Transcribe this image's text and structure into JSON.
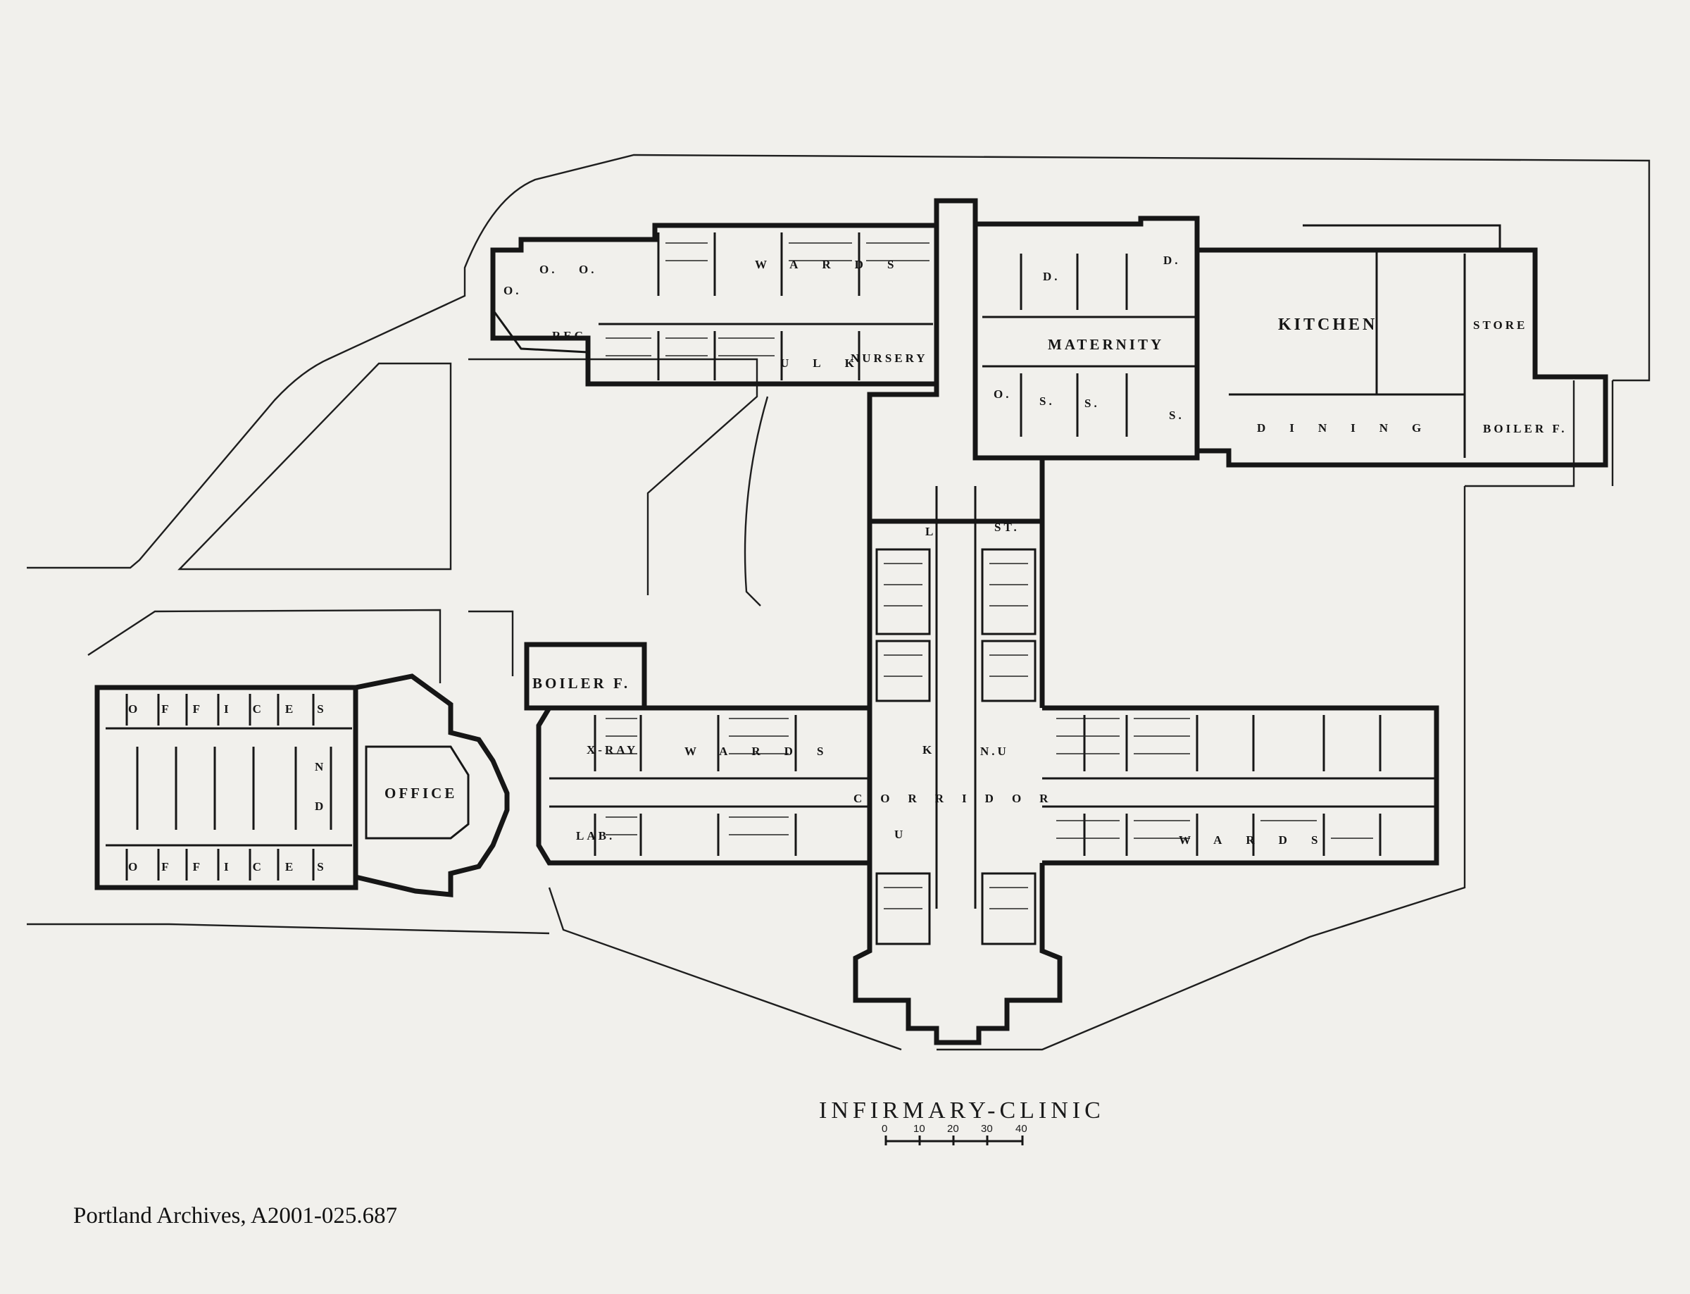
{
  "drawing": {
    "title": "INFIRMARY-CLINIC",
    "scale_ticks": [
      "0",
      "10",
      "20",
      "30",
      "40"
    ]
  },
  "rooms": {
    "offices_top": "OFFICES",
    "offices_bottom": "OFFICES",
    "office": "OFFICE",
    "boiler_west": "BOILER F.",
    "xray": "X-RAY",
    "lab": "LAB.",
    "wards_west": "WARDS",
    "corridor": "CORRIDOR",
    "k": "K",
    "nu": "N.U",
    "u": "U",
    "l": "L",
    "st": "ST.",
    "wards_east": "WARDS",
    "n": "N",
    "d": "D",
    "o1": "O.",
    "o2": "O.",
    "o3": "O.",
    "rec": "REC.",
    "wards_north": "WARDS",
    "ulk": "ULK",
    "nursery": "NURSERY",
    "maternity": "MATERNITY",
    "d1": "D.",
    "d2": "D.",
    "o4": "O.",
    "s1": "S.",
    "s2": "S.",
    "s3": "S.",
    "kitchen": "KITCHEN",
    "store": "STORE",
    "dining": "DINING",
    "boiler_east": "BOILER F."
  },
  "caption": "Portland Archives, A2001-025.687"
}
